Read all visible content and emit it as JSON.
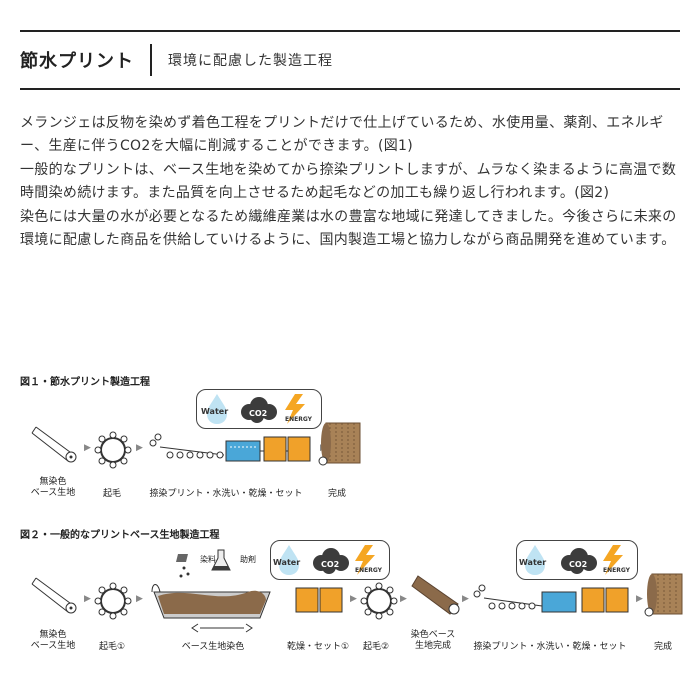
{
  "header": {
    "title": "節水プリント",
    "subtitle": "環境に配慮した製造工程"
  },
  "body": {
    "paragraphs": [
      "メランジェは反物を染めず着色工程をプリントだけで仕上げているため、水使用量、薬剤、エネルギー、生産に伴うCO2を大幅に削減することができます。(図1)",
      "一般的なプリントは、ベース生地を染めてから捺染プリントしますが、ムラなく染まるように高温で数時間染め続けます。また品質を向上させるため起毛などの加工も繰り返し行われます。(図2)",
      "染色には大量の水が必要となるため繊維産業は水の豊富な地域に発達してきました。今後さらに未来の環境に配慮した商品を供給していけるように、国内製造工場と協力しながら商品開発を進めています。"
    ]
  },
  "fig1": {
    "title": "図１・節水プリント製造工程",
    "bubble": {
      "water": "Water",
      "co2": "CO2",
      "energy": "ENERGY"
    },
    "labels": {
      "undyed": [
        "無染色",
        "ベース生地"
      ],
      "raising": "起毛",
      "print": "捺染プリント・水洗い・乾燥・セット",
      "done": "完成"
    }
  },
  "fig2": {
    "title": "図２・一般的なプリントベース生地製造工程",
    "bubble": {
      "water": "Water",
      "co2": "CO2",
      "energy": "ENERGY"
    },
    "bubble2": {
      "water": "Water",
      "co2": "CO2",
      "energy": "ENERGY"
    },
    "labels": {
      "undyed": [
        "無染色",
        "ベース生地"
      ],
      "raising1": "起毛①",
      "dye": "ベース生地染色",
      "dye_material": "染料",
      "dye_aid": "助剤",
      "dry1": "乾燥・セット①",
      "raising2": "起毛②",
      "dyed": [
        "染色ベース",
        "生地完成"
      ],
      "print": "捺染プリント・水洗い・乾燥・セット",
      "done": "完成"
    }
  },
  "colors": {
    "water": "#4aa7d8",
    "energy": "#f5a623",
    "dryer": "#f0a12a",
    "fabric": "#8b6a4a",
    "co2": "#3c3c3c"
  }
}
